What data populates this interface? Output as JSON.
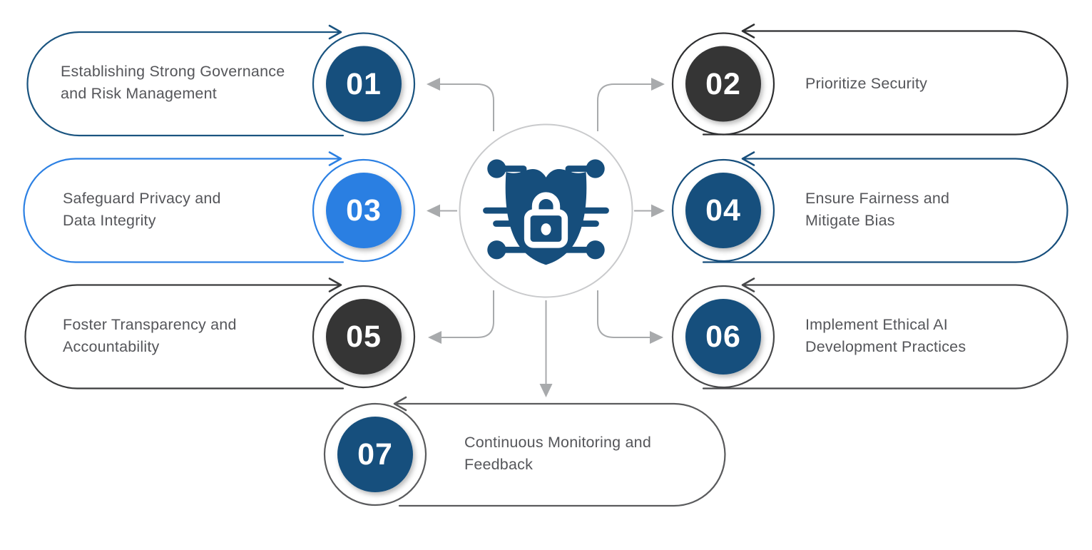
{
  "palette": {
    "navy": "#164E7C",
    "navy_fill": "#15507D",
    "blue": "#2C80E3",
    "charcoal_fill": "#343536",
    "charcoal_border": "#2E2F31",
    "gray_border_05": "#3A3B3C",
    "gray_border_06": "#47484A",
    "gray_border_07": "#5A5B5D",
    "connector": "#A8AAAC",
    "center_ring": "#C9CACC",
    "label_text": "#55565A",
    "number_text": "#FFFFFF",
    "white": "#FFFFFF"
  },
  "center": {
    "icon": "shield-lock-circuit-icon"
  },
  "items": [
    {
      "number": "01",
      "label_lines": [
        "Establishing Strong Governance",
        "and Risk Management"
      ],
      "accent": "#1A5480",
      "fill": "#15507D"
    },
    {
      "number": "02",
      "label_lines": [
        "Prioritize Security"
      ],
      "accent": "#2E2F31",
      "fill": "#343536"
    },
    {
      "number": "03",
      "label_lines": [
        "Safeguard Privacy and",
        "Data Integrity"
      ],
      "accent": "#2C80E3",
      "fill": "#2B7FE2"
    },
    {
      "number": "04",
      "label_lines": [
        "Ensure Fairness and",
        "Mitigate Bias"
      ],
      "accent": "#164E7C",
      "fill": "#15507D"
    },
    {
      "number": "05",
      "label_lines": [
        "Foster Transparency and",
        "Accountability"
      ],
      "accent": "#3A3B3C",
      "fill": "#343536"
    },
    {
      "number": "06",
      "label_lines": [
        "Implement Ethical AI",
        "Development Practices"
      ],
      "accent": "#47484A",
      "fill": "#15507D"
    },
    {
      "number": "07",
      "label_lines": [
        "Continuous Monitoring and",
        "Feedback"
      ],
      "accent": "#5A5B5D",
      "fill": "#15507D"
    }
  ]
}
